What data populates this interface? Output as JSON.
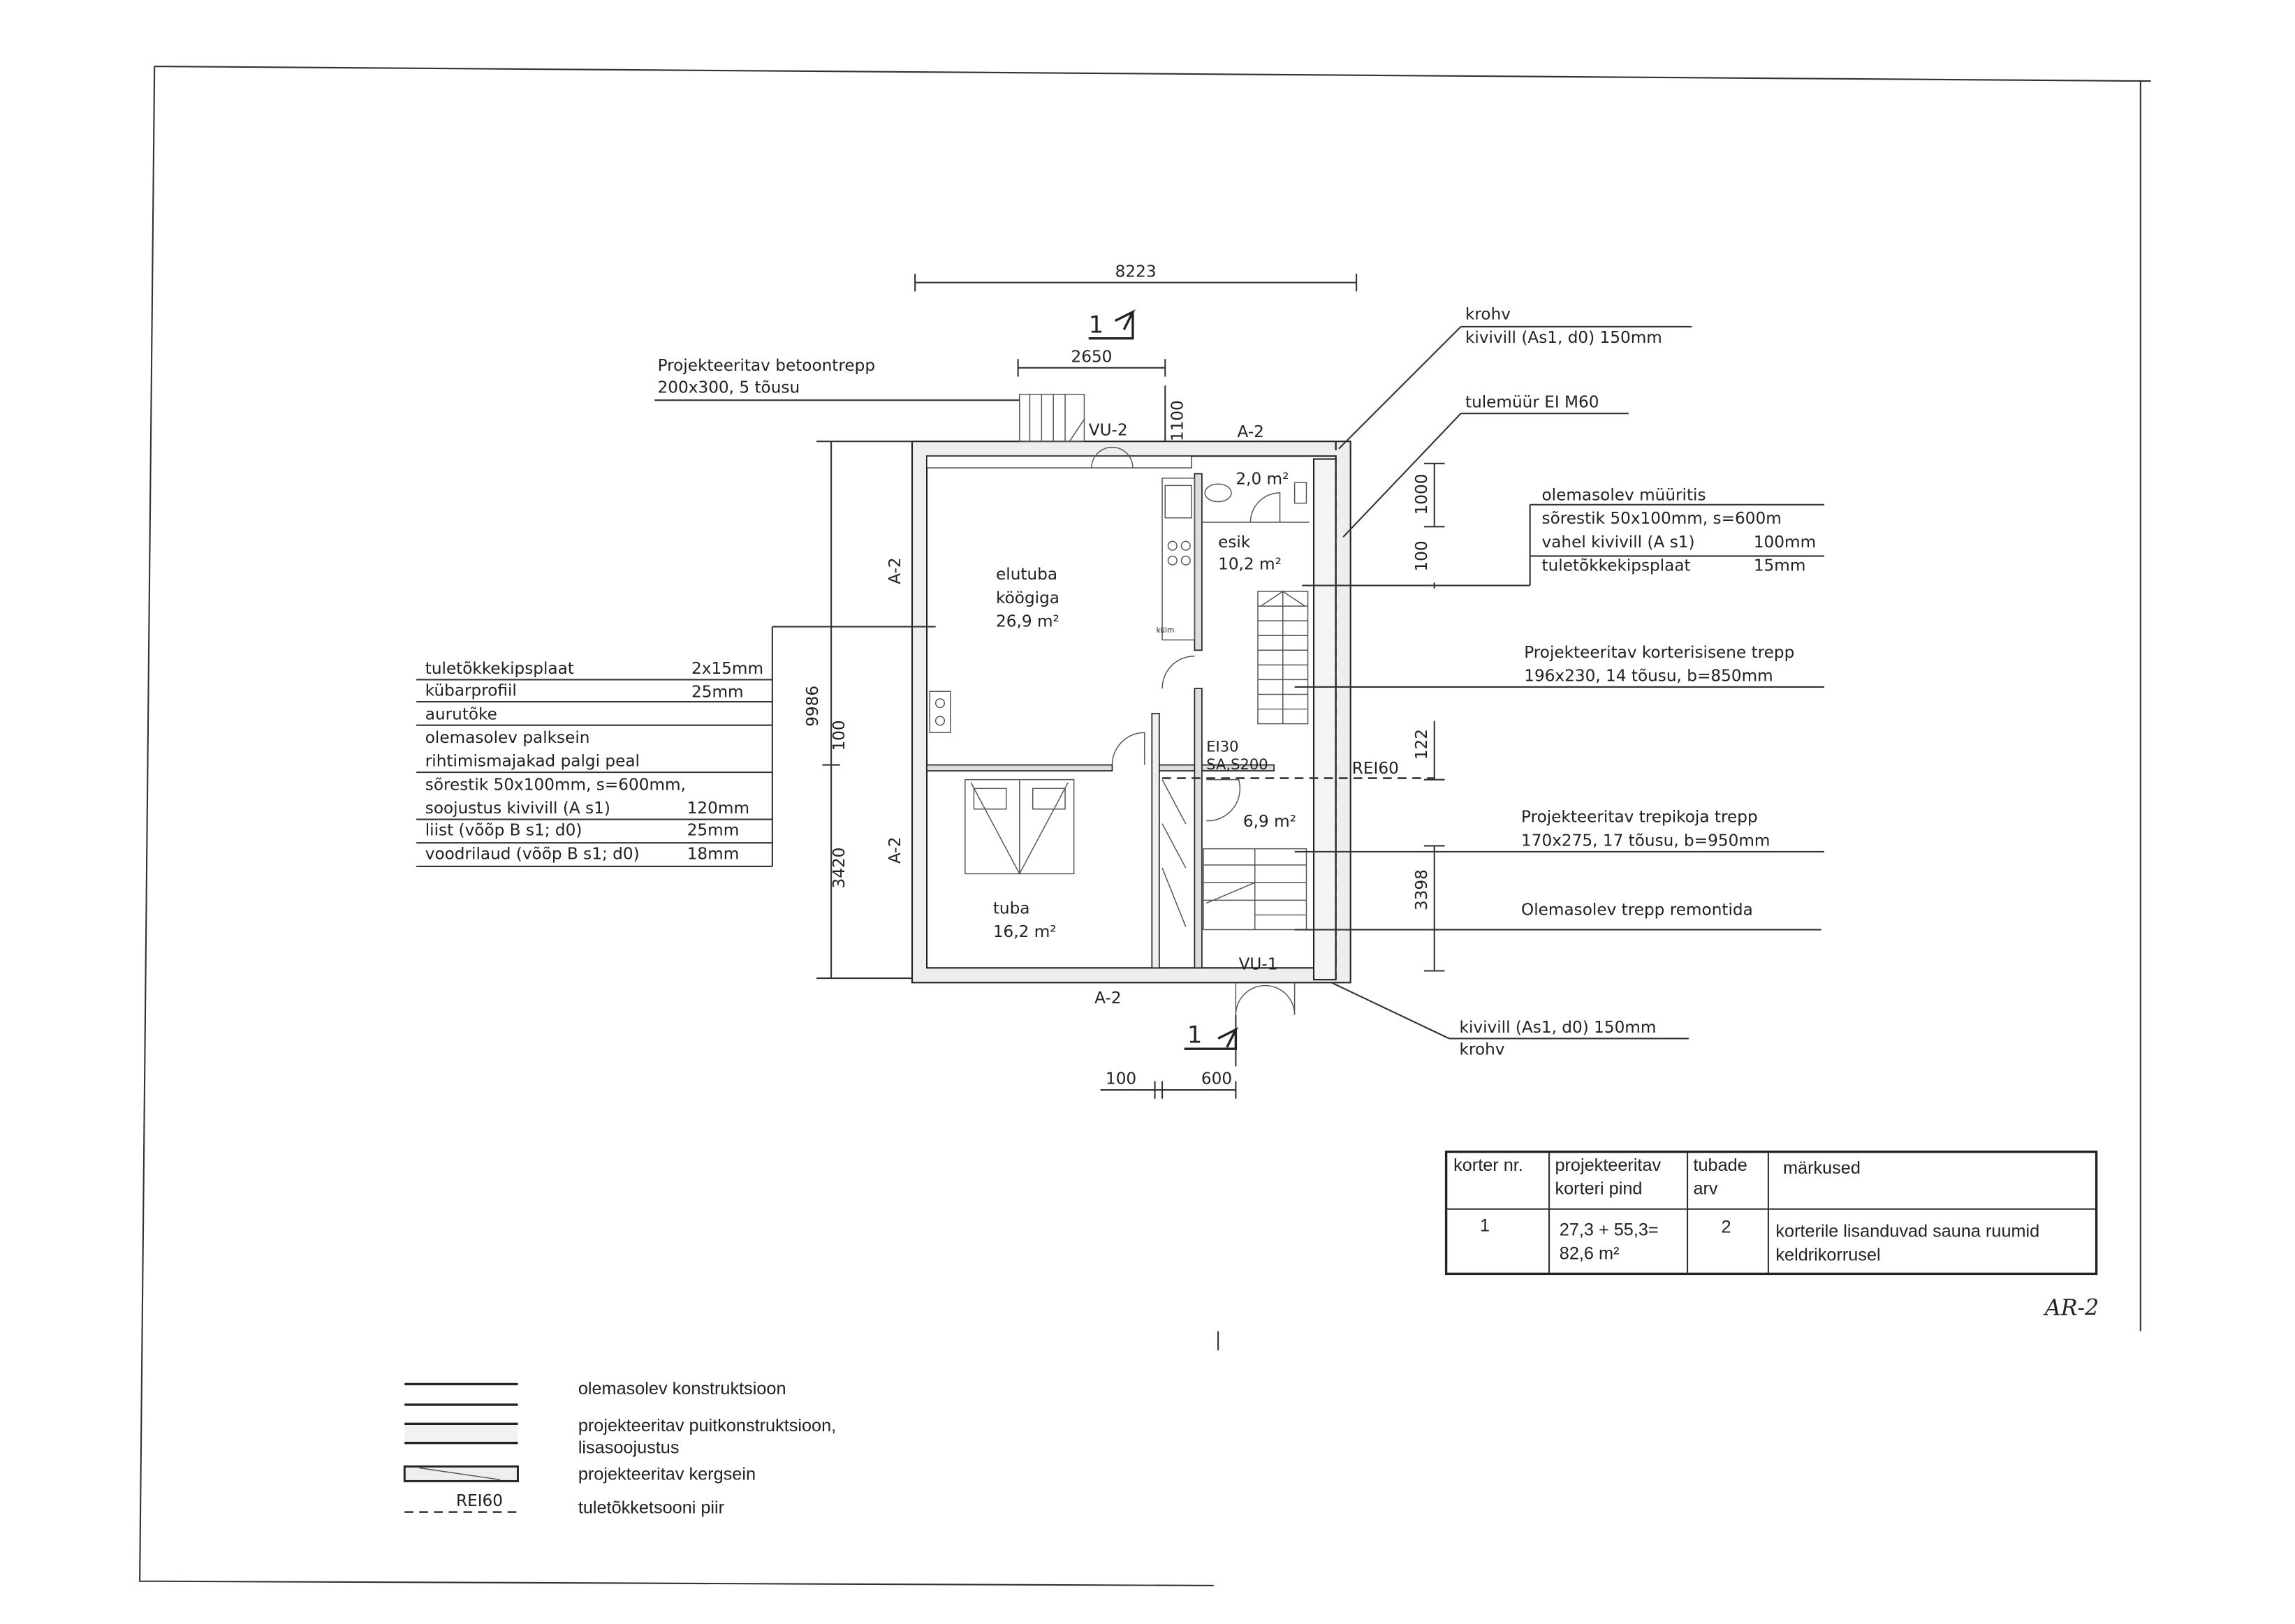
{
  "dimensions": {
    "overall_width": "8223",
    "stair_width": "2650",
    "stair_depth": "1100",
    "overall_height": "9986",
    "dim_100_left": "100",
    "dim_3420": "3420",
    "dim_1000": "1000",
    "dim_100_right": "100",
    "dim_122": "122",
    "dim_3398": "3398",
    "dim_100_bottom": "100",
    "dim_600": "600"
  },
  "section_marks": {
    "top": "1",
    "bottom": "1"
  },
  "wall_tags": {
    "a2_top": "A-2",
    "a2_left_upper": "A-2",
    "a2_left_lower": "A-2",
    "a2_bottom": "A-2",
    "vu2": "VU-2",
    "vu1": "VU-1"
  },
  "rooms": {
    "wc": {
      "area": "2,0 m²"
    },
    "esik": {
      "name": "esik",
      "area": "10,2 m²"
    },
    "elutuba": {
      "name1": "elutuba",
      "name2": "köögiga",
      "area": "26,9 m²"
    },
    "tuba": {
      "name": "tuba",
      "area": "16,2 m²"
    },
    "stairwell": {
      "area": "6,9 m²"
    },
    "fridge_label": "külm"
  },
  "fire": {
    "door_line1": "EI30",
    "door_line2": "SA,S200",
    "rei": "REI60"
  },
  "annotations": {
    "betoontrepp_1": "Projekteeritav betoontrepp",
    "betoontrepp_2": "200x300, 5 tõusu",
    "krohv_top": "krohv",
    "kivivill_top": "kivivill (As1, d0) 150mm",
    "tulemuur": "tulemüür EI M60",
    "muuritis": {
      "title": "olemasolev müüritis",
      "rows": [
        {
          "text": "sõrestik 50x100mm, s=600m",
          "value": ""
        },
        {
          "text": "vahel kivivill (A s1)",
          "value": "100mm"
        },
        {
          "text": "tuletõkkekipsplaat",
          "value": "15mm"
        }
      ]
    },
    "korterisisene_1": "Projekteeritav korterisisene trepp",
    "korterisisene_2": "196x230, 14 tõusu, b=850mm",
    "trepikoja_1": "Projekteeritav trepikoja trepp",
    "trepikoja_2": "170x275, 17 tõusu, b=950mm",
    "olemasolev_trepp": "Olemasolev trepp remontida",
    "kivivill_bottom": "kivivill (As1, d0) 150mm",
    "krohv_bottom": "krohv"
  },
  "wall_layers": [
    {
      "text": "tuletõkkekipsplaat",
      "value": "2x15mm"
    },
    {
      "text": "kübarprofiil",
      "value": "25mm"
    },
    {
      "text": "aurutõke",
      "value": ""
    },
    {
      "text": "olemasolev palksein",
      "value": ""
    },
    {
      "text": "rihtimismajakad palgi peal",
      "value": ""
    },
    {
      "text": "sõrestik 50x100mm, s=600mm,",
      "value": ""
    },
    {
      "text": "soojustus kivivill  (A s1)",
      "value": "120mm"
    },
    {
      "text": "liist (võõp B s1; d0)",
      "value": "25mm"
    },
    {
      "text": "voodrilaud  (võõp B s1; d0)",
      "value": "18mm"
    }
  ],
  "apartment_table": {
    "headers": [
      [
        "korter nr."
      ],
      [
        "projekteeritav",
        "korteri pind"
      ],
      [
        "tubade",
        "arv"
      ],
      [
        "märkused"
      ]
    ],
    "rows": [
      [
        [
          "1"
        ],
        [
          "27,3 + 55,3=",
          "82,6 m²"
        ],
        [
          "2"
        ],
        [
          "korterile lisanduvad sauna ruumid",
          "keldrikorrusel"
        ]
      ]
    ]
  },
  "sheet_mark": "AR-2",
  "legend": [
    {
      "label1": "olemasolev konstruktsioon",
      "label2": ""
    },
    {
      "label1": "projekteeritav puitkonstruktsioon,",
      "label2": "lisasoojustus"
    },
    {
      "label1": "projekteeritav kergsein",
      "label2": ""
    },
    {
      "label1": "tuletõkketsooni piir",
      "label2": "",
      "symbol_text": "REI60"
    }
  ]
}
